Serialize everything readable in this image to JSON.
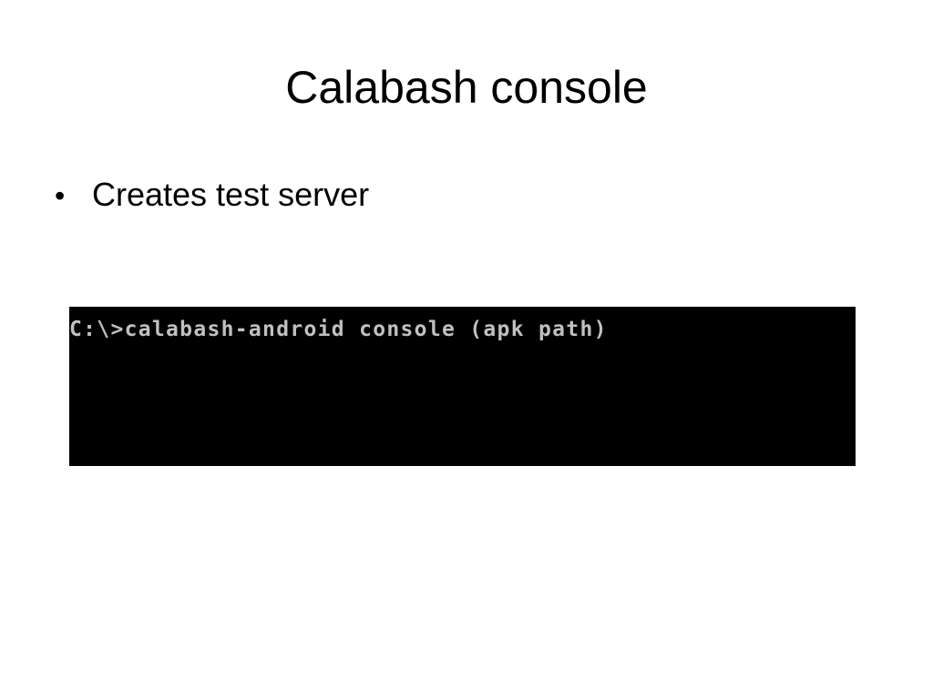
{
  "slide": {
    "title": "Calabash console",
    "bullets": [
      {
        "text": "Creates test server"
      }
    ],
    "bullet_glyph": "•",
    "console": {
      "line": "C:\\>calabash-android console (apk path)",
      "background_color": "#000000",
      "text_color": "#c0c0c0"
    }
  }
}
